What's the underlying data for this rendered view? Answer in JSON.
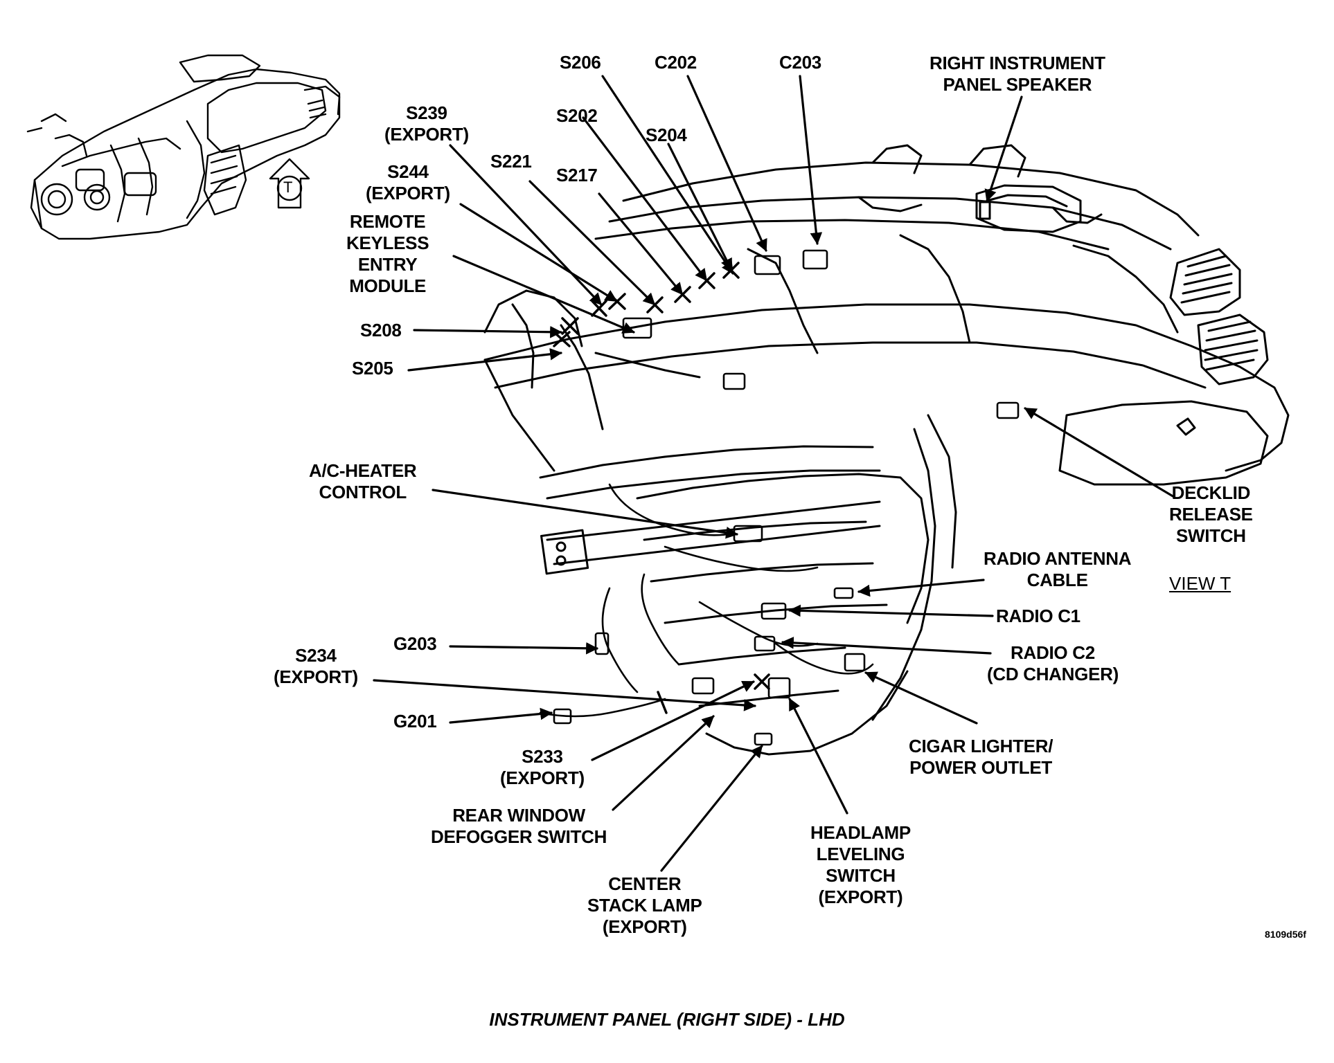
{
  "figure": {
    "title": "INSTRUMENT PANEL (RIGHT SIDE) - LHD",
    "code": "8109d56f",
    "view_label": "VIEW T",
    "view_marker": "T"
  },
  "labels": {
    "s206": [
      "S206"
    ],
    "c202": [
      "C202"
    ],
    "c203": [
      "C203"
    ],
    "right_speaker": [
      "RIGHT INSTRUMENT",
      "PANEL SPEAKER"
    ],
    "s239": [
      "S239",
      "(EXPORT)"
    ],
    "s202": [
      "S202"
    ],
    "s204": [
      "S204"
    ],
    "s244": [
      "S244",
      "(EXPORT)"
    ],
    "s221": [
      "S221"
    ],
    "s217": [
      "S217"
    ],
    "rke_module": [
      "REMOTE",
      "KEYLESS",
      "ENTRY",
      "MODULE"
    ],
    "s208": [
      "S208"
    ],
    "s205": [
      "S205"
    ],
    "ac_heater": [
      "A/C-HEATER",
      "CONTROL"
    ],
    "decklid": [
      "DECKLID",
      "RELEASE",
      "SWITCH"
    ],
    "radio_antenna": [
      "RADIO ANTENNA",
      "CABLE"
    ],
    "radio_c1": [
      "RADIO C1"
    ],
    "radio_c2": [
      "RADIO C2",
      "(CD CHANGER)"
    ],
    "g203": [
      "G203"
    ],
    "s234": [
      "S234",
      "(EXPORT)"
    ],
    "g201": [
      "G201"
    ],
    "s233": [
      "S233",
      "(EXPORT)"
    ],
    "rear_defogger": [
      "REAR WINDOW",
      "DEFOGGER SWITCH"
    ],
    "cigar_lighter": [
      "CIGAR LIGHTER/",
      "POWER OUTLET"
    ],
    "center_stack_lamp": [
      "CENTER",
      "STACK LAMP",
      "(EXPORT)"
    ],
    "headlamp_leveling": [
      "HEADLAMP",
      "LEVELING",
      "SWITCH",
      "(EXPORT)"
    ]
  }
}
